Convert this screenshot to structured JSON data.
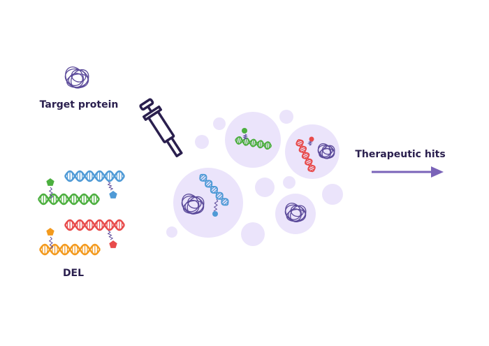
{
  "labels": {
    "target_protein": "Target protein",
    "del": "DEL",
    "therapeutic_hits": "Therapeutic hits"
  },
  "colors": {
    "text": "#2a1f4e",
    "protein": "#5b4a9a",
    "bubble": "#ebe4fb",
    "arrow": "#7a63b8",
    "green": "#4caf3f",
    "blue": "#4f9ad6",
    "red": "#e84b4b",
    "orange": "#f39a1e"
  }
}
